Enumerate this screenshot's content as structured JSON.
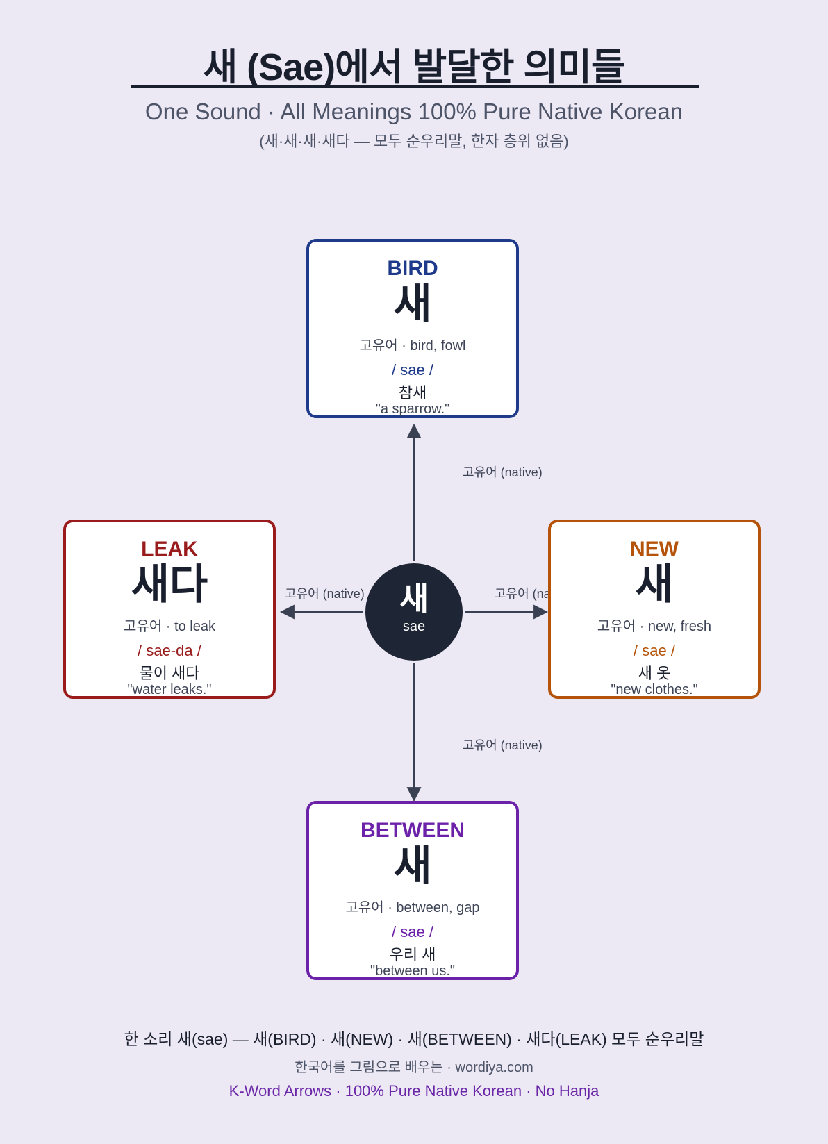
{
  "header": {
    "title": "새 (Sae)에서 발달한 의미들",
    "subtitle": "One Sound · All Meanings 100% Pure Native Korean",
    "note": "(새·새·새·새다 — 모두 순우리말, 한자 층위 없음)"
  },
  "center": {
    "korean": "새",
    "romanization": "sae"
  },
  "cards": {
    "bird": {
      "english": "BIRD",
      "korean": "새",
      "gloss": "고유어 · bird, fowl",
      "pronunciation": "/ sae /",
      "example": "참새",
      "translation": "\"a sparrow.\"",
      "color": "#1f3a8a"
    },
    "new": {
      "english": "NEW",
      "korean": "새",
      "gloss": "고유어 · new, fresh",
      "pronunciation": "/ sae /",
      "example": "새 옷",
      "translation": "\"new clothes.\"",
      "color": "#b45309"
    },
    "between": {
      "english": "BETWEEN",
      "korean": "새",
      "gloss": "고유어 · between, gap",
      "pronunciation": "/ sae /",
      "example": "우리 새",
      "translation": "\"between us.\"",
      "color": "#6b21a8"
    },
    "leak": {
      "english": "LEAK",
      "korean": "새다",
      "gloss": "고유어 · to leak",
      "pronunciation": "/ sae-da /",
      "example": "물이 새다",
      "translation": "\"water leaks.\"",
      "color": "#991b1b"
    }
  },
  "edge_labels": {
    "up": "고유어 (native)",
    "left": "고유어 (native)",
    "right": "고유어 (native)",
    "down": "고유어 (native)"
  },
  "footer": {
    "line1": "한 소리 새(sae) — 새(BIRD) · 새(NEW) · 새(BETWEEN) · 새다(LEAK) 모두 순우리말",
    "line2": "한국어를 그림으로 배우는 · wordiya.com",
    "line3": "K-Word Arrows · 100% Pure Native Korean · No Hanja"
  }
}
